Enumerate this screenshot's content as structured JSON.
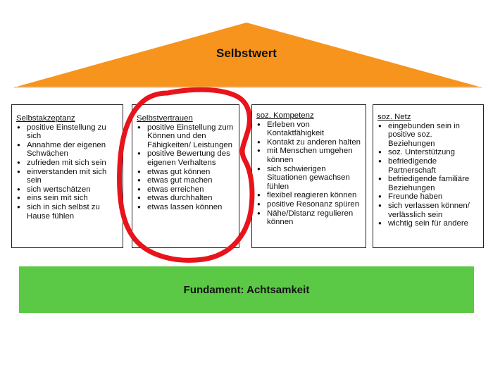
{
  "roof": {
    "title": "Selbstwert",
    "color": "#f7941d"
  },
  "pillars": [
    {
      "heading": "Selbstakzeptanz",
      "items": [
        "positive Einstellung zu sich",
        "Annahme der eigenen Schwächen",
        "zufrieden mit sich sein",
        "einverstanden mit sich sein",
        "sich wertschätzen",
        "eins sein mit sich",
        "sich in sich selbst zu Hause fühlen"
      ]
    },
    {
      "heading": "Selbstvertrauen",
      "highlighted": true,
      "items": [
        "positive Einstellung zum Können und den Fähigkeiten/ Leistungen",
        "positive Bewertung des eigenen Verhaltens",
        "etwas gut können",
        "etwas gut machen",
        "etwas erreichen",
        "etwas durchhalten",
        "etwas lassen können"
      ]
    },
    {
      "heading": "soz. Kompetenz",
      "items": [
        "Erleben von Kontaktfähigkeit",
        "Kontakt zu anderen halten",
        "mit Menschen umgehen können",
        "sich schwierigen Situationen gewachsen fühlen",
        "flexibel reagieren können",
        "positive Resonanz spüren",
        "Nähe/Distanz regulieren können"
      ]
    },
    {
      "heading": "soz. Netz",
      "items": [
        "eingebunden sein in positive soz. Beziehungen",
        "soz. Unterstützung",
        "befriedigende Partnerschaft",
        "befriedigende familiäre Beziehungen",
        "Freunde haben",
        "sich verlassen können/ verlässlich sein",
        "wichtig sein für andere"
      ]
    }
  ],
  "foundation": {
    "title": "Fundament: Achtsamkeit",
    "color": "#5bc945"
  },
  "highlight_color": "#e8141b"
}
